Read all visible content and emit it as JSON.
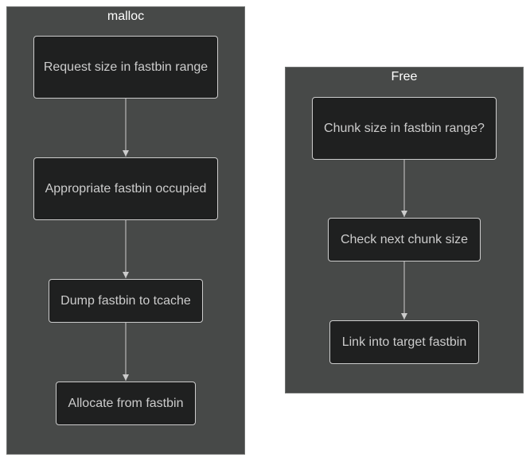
{
  "clusters": {
    "malloc": {
      "title": "malloc",
      "nodes": [
        "Request size in fastbin range",
        "Appropriate fastbin occupied",
        "Dump fastbin to tcache",
        "Allocate from fastbin"
      ]
    },
    "free": {
      "title": "Free",
      "nodes": [
        "Chunk size in fastbin range?",
        "Check next chunk size",
        "Link into target fastbin"
      ]
    }
  },
  "edges": [
    {
      "from": "Request size in fastbin range",
      "to": "Appropriate fastbin occupied"
    },
    {
      "from": "Appropriate fastbin occupied",
      "to": "Dump fastbin to tcache"
    },
    {
      "from": "Dump fastbin to tcache",
      "to": "Allocate from fastbin"
    },
    {
      "from": "Chunk size in fastbin range?",
      "to": "Check next chunk size"
    },
    {
      "from": "Check next chunk size",
      "to": "Link into target fastbin"
    }
  ],
  "colors": {
    "cluster_fill": "#474948",
    "node_fill": "#1f2020",
    "node_border": "#cccccc",
    "text": "#cccccc",
    "title_text": "#ffffff",
    "edge": "#cccccc"
  }
}
